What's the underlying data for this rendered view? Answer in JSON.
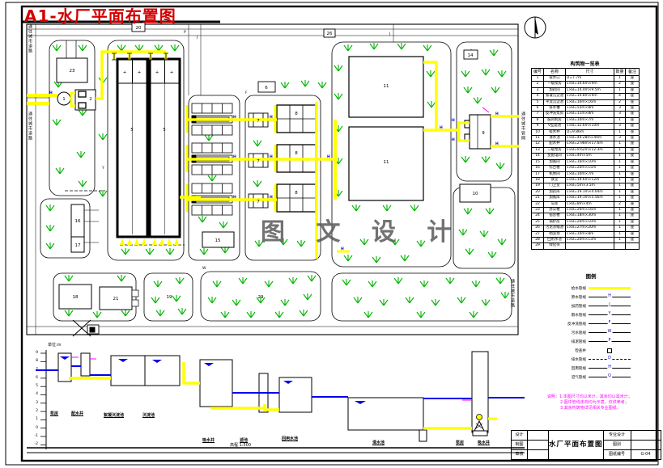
{
  "title": "A1-水厂平面布置图",
  "watermark": "图 文 设 计",
  "plan": {
    "road_labels": {
      "left_top": "通往城市道路",
      "left_mid": "通往城市道路",
      "right_mid": "通往城市管网",
      "right_bottom": "通往城市道路"
    },
    "letters": {
      "p": "P",
      "j": "J",
      "f": "F",
      "y": "Y",
      "w": "W"
    },
    "h_marker": "H",
    "labels": {
      "gatebox": "20",
      "topbox": "26",
      "b23": "23",
      "intake": "1",
      "pump": "2",
      "tank": "5",
      "box6": "6",
      "filter7": "7",
      "bank8": "8",
      "basin11": "11",
      "b14": "14",
      "pumphouse9": "9",
      "b16": "16",
      "b17": "17",
      "b18": "18",
      "b21": "21",
      "b19": "19",
      "lawn29": "29",
      "b15": "15",
      "b10": "10",
      "plus": "+"
    }
  },
  "table": {
    "title": "构筑物一览表",
    "headers": [
      "编号",
      "名称",
      "尺寸",
      "数量",
      "备注"
    ],
    "rows": [
      [
        "1",
        "取水口",
        "D=7.7m",
        "1",
        "座"
      ],
      [
        "2",
        "一级泵房",
        "L×B=14.6m×9m",
        "2",
        "座"
      ],
      [
        "3",
        "加药间",
        "L×B=14.4m×9.5m",
        "1",
        "座"
      ],
      [
        "4",
        "絮凝沉淀池",
        "L×B=14.8m×9m",
        "4",
        "座"
      ],
      [
        "5",
        "平流沉淀池",
        "L×B=16m×16m",
        "2",
        "座"
      ],
      [
        "6",
        "排水槽",
        "L×B=53m×8m",
        "3",
        "座"
      ],
      [
        "7",
        "反冲洗泵房",
        "L×B=11m×8m",
        "3",
        "座"
      ],
      [
        "8",
        "鼓风机房",
        "L×B=10m×7m",
        "1",
        "座"
      ],
      [
        "9",
        "V型滤池",
        "L×B=12.6m×10m",
        "3",
        "座"
      ],
      [
        "10",
        "吸水井",
        "D=9.86m",
        "1",
        "座"
      ],
      [
        "11",
        "清水池",
        "L×B=44.28m×40m",
        "3",
        "座"
      ],
      [
        "12",
        "配水井",
        "L×B=2.98m×17.6m",
        "1",
        "座"
      ],
      [
        "13",
        "二级泵房",
        "L×B=9.62m×12.3m",
        "1",
        "座"
      ],
      [
        "14",
        "变配电间",
        "L×B=4m×5m",
        "1",
        "座"
      ],
      [
        "15",
        "加氯间",
        "L×B=16m×10m",
        "1",
        "座"
      ],
      [
        "16",
        "综合楼",
        "L×B=20m×15m",
        "1",
        "座"
      ],
      [
        "17",
        "机修间",
        "L×B=10m×7m",
        "1",
        "座"
      ],
      [
        "18",
        "食堂",
        "L×B=19.6m×12m",
        "1",
        "座"
      ],
      [
        "19",
        "门卫室",
        "L×B=5m×3.5m",
        "1",
        "座"
      ],
      [
        "20",
        "加药库",
        "L×B=19.1m×4.04m",
        "1",
        "座"
      ],
      [
        "21",
        "加氯库",
        "L×B=19.1m×5.56m",
        "1",
        "座"
      ],
      [
        "22",
        "车库",
        "L×B=8m×4m",
        "2",
        "座"
      ],
      [
        "23",
        "办公楼",
        "L×B=20m×16m",
        "1",
        "座"
      ],
      [
        "24",
        "宿舍楼",
        "L×B=18m×30m",
        "1",
        "座"
      ],
      [
        "25",
        "锅炉房",
        "L×B=20m×10m",
        "1",
        "座"
      ],
      [
        "26",
        "污泥浓缩池",
        "L×B=27m×20m",
        "1",
        "座"
      ],
      [
        "27",
        "晒泥场",
        "L×B=10m×8m",
        "1",
        "座"
      ],
      [
        "28",
        "回用水池",
        "L×B=20m×13m",
        "1",
        "座"
      ],
      [
        "29",
        "绿化带",
        "",
        "",
        ""
      ]
    ]
  },
  "legend": {
    "title": "图例",
    "items": [
      {
        "label": "给水管线",
        "letter": ""
      },
      {
        "label": "原水管线",
        "letter": "H"
      },
      {
        "label": "加药管线",
        "letter": "J"
      },
      {
        "label": "雨水管线",
        "letter": "Y"
      },
      {
        "label": "反冲洗管线",
        "letter": "F"
      },
      {
        "label": "污水管线",
        "letter": "W"
      },
      {
        "label": "排泥管线",
        "letter": "P"
      },
      {
        "label": "检查井",
        "letter": ""
      },
      {
        "label": "排水管线",
        "letter": "D"
      },
      {
        "label": "回用管线",
        "letter": "H"
      },
      {
        "label": "沼气管线",
        "letter": "Q"
      }
    ]
  },
  "notes": {
    "label": "说明：",
    "lines": [
      "1.本图尺寸均以米计，其余均以毫米计；",
      "2.图中管线走向均为示意，仅供参考；",
      "3.其余构筑物详见相关专业图纸。"
    ]
  },
  "titleblock": {
    "design": "设计",
    "draft": "制图",
    "check": "审核",
    "drawing_title": "水厂平面布置图",
    "specialty": "专业设计",
    "category": "图别",
    "number_label": "图纸编号",
    "number": "G-04"
  },
  "profile": {
    "unit": "单位:m",
    "scale_values": [
      "9",
      "8",
      "7",
      "6",
      "5",
      "4",
      "3",
      "2",
      "1",
      "0",
      "-1",
      "-2"
    ],
    "labels": [
      "泵房",
      "配水井",
      "絮凝沉淀池",
      "沉淀池",
      "吸水井",
      "滤池",
      "回用水池",
      "清水池",
      "泵房",
      "吸水井"
    ],
    "scale_note": "高程 1:500"
  }
}
